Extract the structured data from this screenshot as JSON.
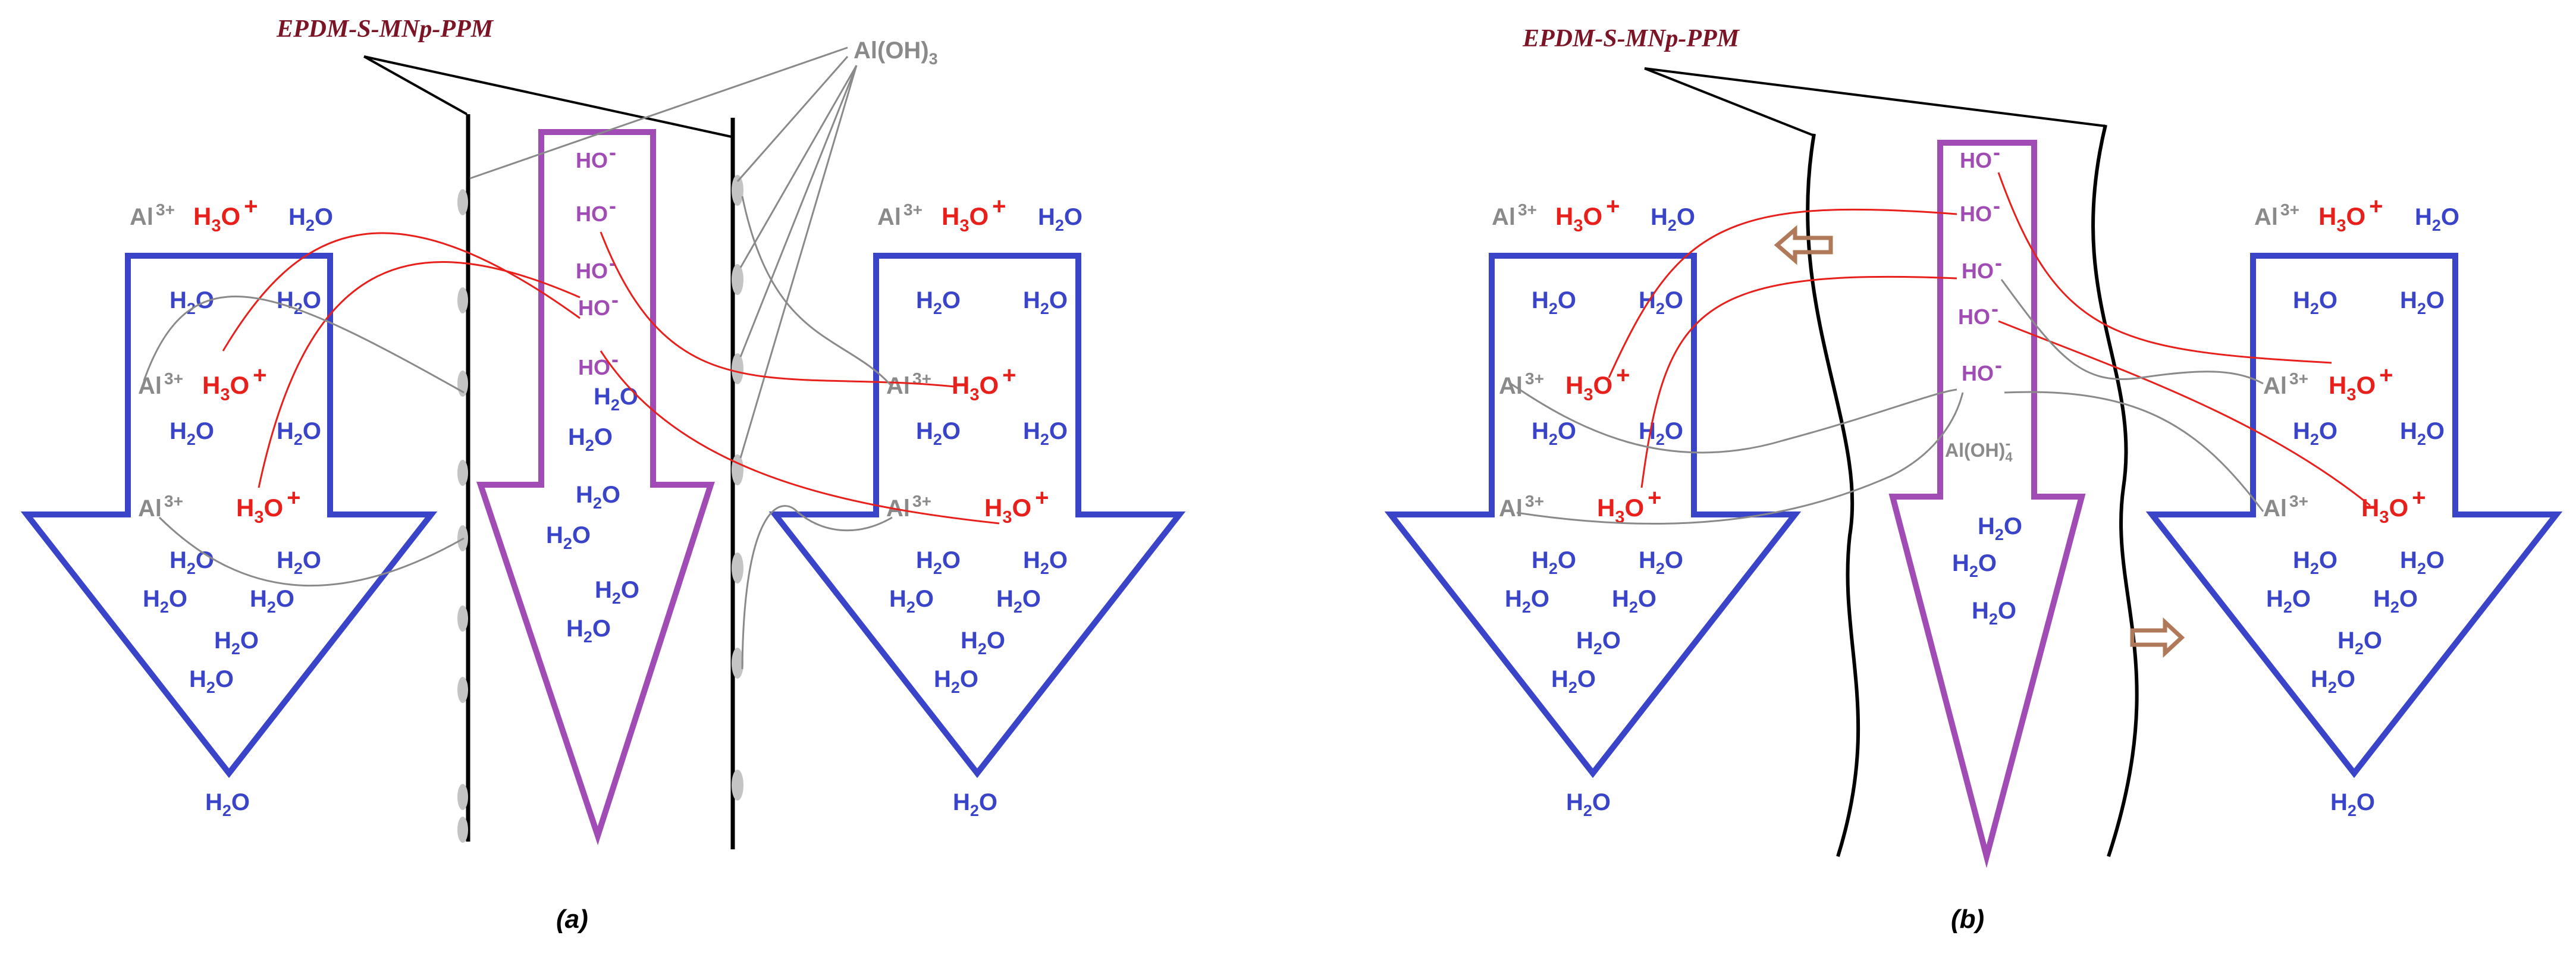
{
  "labels": {
    "membrane": "EPDM-S-MNp-PPM",
    "precipitate": "Al(OH)3",
    "aluminate": "Al(OH)4",
    "aluminate_charge": "-",
    "aluminum_ion": "Al",
    "aluminum_charge": "3+",
    "hydronium": "H3O",
    "hydronium_charge": "+",
    "hydroxide": "HO",
    "hydroxide_charge": "-",
    "water": "H2O",
    "panel_a": "(a)",
    "panel_b": "(b)"
  },
  "colors": {
    "feed_arrow": "#3a44c8",
    "permeate_arrow": "#a04cb4",
    "membrane_line": "#000000",
    "title": "#7b1424",
    "water": "#3a44c8",
    "hydronium": "#e8201c",
    "hydroxide": "#a04cb4",
    "aluminum": "#8a8a8a",
    "connector_gray": "#8a8a8a",
    "connector_red": "#e8201c",
    "deposit": "#c4c4c4",
    "flux_arrow": "#b07a5a"
  }
}
